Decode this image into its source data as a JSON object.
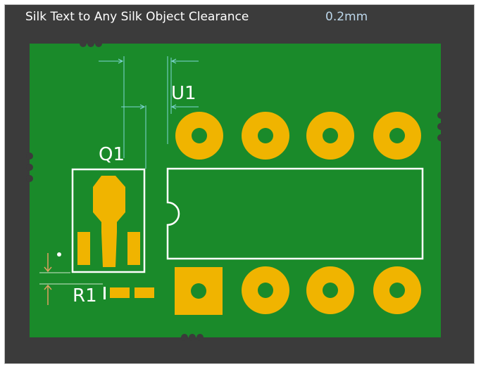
{
  "rule": {
    "name": "Silk Text to Any Silk Object Clearance",
    "value": "0.2mm"
  },
  "designators": {
    "u1": "U1",
    "q1": "Q1",
    "r1": "R1"
  },
  "colors": {
    "background": "#3b3b3b",
    "board": "#1a8a2a",
    "copper": "#f0b400",
    "silkscreen": "#ffffff",
    "dimension_cyan": "#7fd6d6",
    "dimension_orange": "#e0a060"
  }
}
